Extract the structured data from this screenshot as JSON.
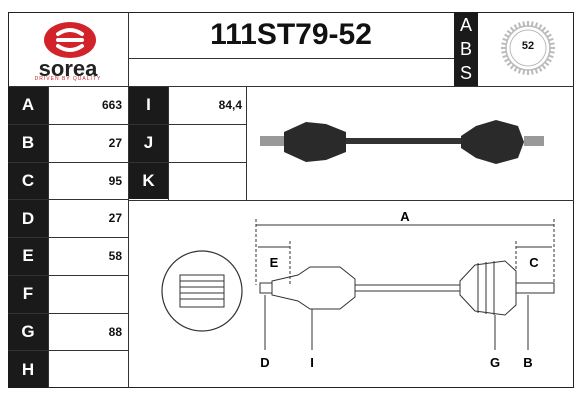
{
  "brand": {
    "name": "sorea",
    "tagline": "DRIVEN BY QUALITY",
    "color": "#d2232a"
  },
  "part_number": "111ST79-52",
  "abs": {
    "letters": [
      "A",
      "B",
      "S"
    ],
    "value": "52"
  },
  "specs_left": [
    {
      "label": "A",
      "value": "663"
    },
    {
      "label": "B",
      "value": "27"
    },
    {
      "label": "C",
      "value": "95"
    },
    {
      "label": "D",
      "value": "27"
    },
    {
      "label": "E",
      "value": "58"
    },
    {
      "label": "F",
      "value": ""
    },
    {
      "label": "G",
      "value": "88"
    },
    {
      "label": "H",
      "value": ""
    }
  ],
  "specs_right": [
    {
      "label": "I",
      "value": "84,4"
    },
    {
      "label": "J",
      "value": ""
    },
    {
      "label": "K",
      "value": ""
    }
  ],
  "diagram_labels": {
    "a": "A",
    "e": "E",
    "c": "C",
    "d": "D",
    "i": "I",
    "g": "G",
    "b": "B"
  }
}
